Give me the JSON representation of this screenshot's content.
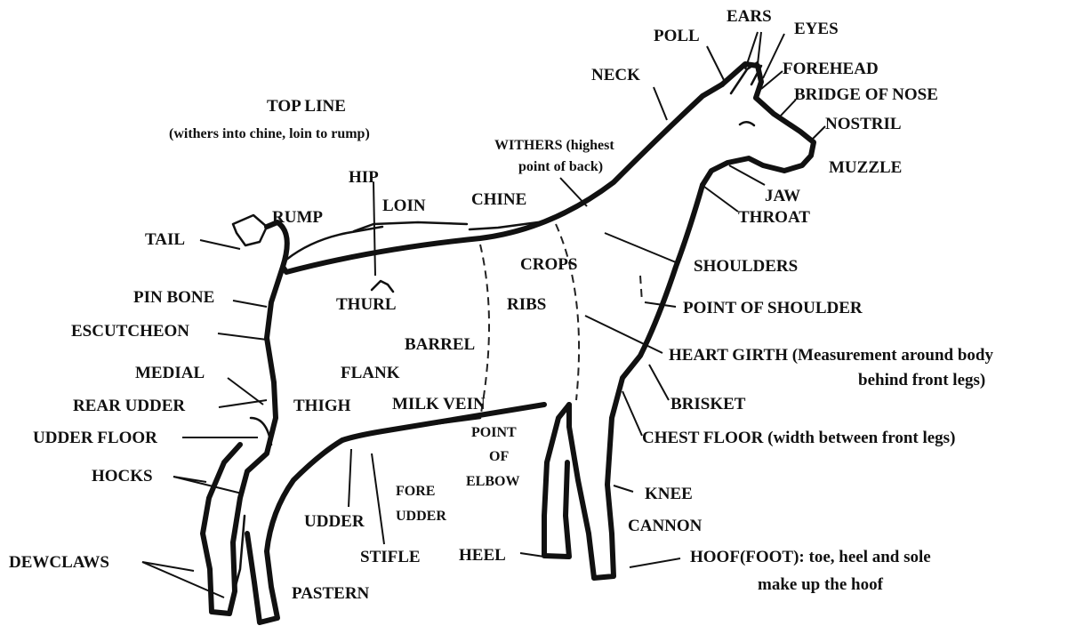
{
  "labels": {
    "ears": "EARS",
    "eyes": "EYES",
    "poll": "POLL",
    "forehead": "FOREHEAD",
    "neck": "NECK",
    "bridge_of_nose": "BRIDGE OF NOSE",
    "top_line": "TOP LINE",
    "top_line_note": "(withers into chine, loin to rump)",
    "nostril": "NOSTRIL",
    "withers": "WITHERS (highest",
    "withers_2": "point of back)",
    "muzzle": "MUZZLE",
    "hip": "HIP",
    "jaw": "JAW",
    "loin": "LOIN",
    "chine": "CHINE",
    "throat": "THROAT",
    "rump": "RUMP",
    "tail": "TAIL",
    "crops": "CROPS",
    "shoulders": "SHOULDERS",
    "pin_bone": "PIN BONE",
    "thurl": "THURL",
    "ribs": "RIBS",
    "point_of_shoulder": "POINT OF SHOULDER",
    "escutcheon": "ESCUTCHEON",
    "barrel": "BARREL",
    "heart_girth": "HEART GIRTH (Measurement around body",
    "heart_girth_2": "behind front legs)",
    "medial": "MEDIAL",
    "flank": "FLANK",
    "rear_udder": "REAR UDDER",
    "thigh": "THIGH",
    "milk_vein": "MILK VEIN",
    "brisket": "BRISKET",
    "point_of_elbow_1": "POINT",
    "point_of_elbow_2": "OF",
    "point_of_elbow_3": "ELBOW",
    "udder_floor": "UDDER FLOOR",
    "chest_floor": "CHEST FLOOR (width between front legs)",
    "hocks": "HOCKS",
    "fore_udder_1": "FORE",
    "fore_udder_2": "UDDER",
    "knee": "KNEE",
    "udder": "UDDER",
    "cannon": "CANNON",
    "dewclaws": "DEWCLAWS",
    "stifle": "STIFLE",
    "heel": "HEEL",
    "hoof": "HOOF(FOOT): toe, heel and sole",
    "hoof_2": "make up the hoof",
    "pastern": "PASTERN"
  }
}
